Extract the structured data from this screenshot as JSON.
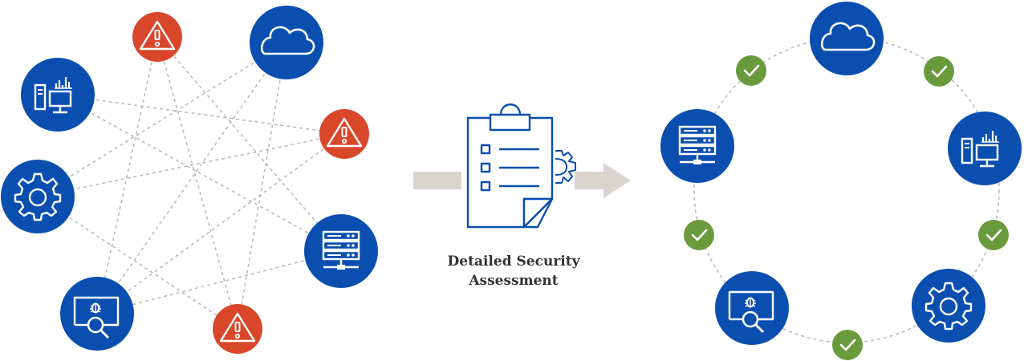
{
  "caption": {
    "line1": "Detailed Security",
    "line2": "Assessment"
  },
  "colors": {
    "blue": "#0a4fb0",
    "red": "#d9472b",
    "green": "#6b9a3c",
    "dash": "#bbbbbb",
    "arrow": "#d8d4ce",
    "icon_line": "#ffffff"
  },
  "left_nodes": [
    {
      "id": "cloud",
      "icon": "cloud-icon",
      "kind": "blue"
    },
    {
      "id": "monitor-chart",
      "icon": "desktop-chart-icon",
      "kind": "blue"
    },
    {
      "id": "warning-top",
      "icon": "warning-icon",
      "kind": "red"
    },
    {
      "id": "warning-right",
      "icon": "warning-icon",
      "kind": "red"
    },
    {
      "id": "gear",
      "icon": "gear-icon",
      "kind": "blue"
    },
    {
      "id": "server",
      "icon": "server-icon",
      "kind": "blue"
    },
    {
      "id": "bug-scan",
      "icon": "bug-search-icon",
      "kind": "blue"
    },
    {
      "id": "warning-bottom",
      "icon": "warning-icon",
      "kind": "red"
    }
  ],
  "right_nodes": [
    {
      "id": "cloud",
      "icon": "cloud-icon"
    },
    {
      "id": "server",
      "icon": "server-icon"
    },
    {
      "id": "monitor-chart",
      "icon": "desktop-chart-icon"
    },
    {
      "id": "bug-scan",
      "icon": "bug-search-icon"
    },
    {
      "id": "gear",
      "icon": "gear-icon"
    }
  ],
  "check_icon": "check-icon",
  "center_icon": "clipboard-checklist-icon",
  "arrow_icon": "arrow-right-icon"
}
